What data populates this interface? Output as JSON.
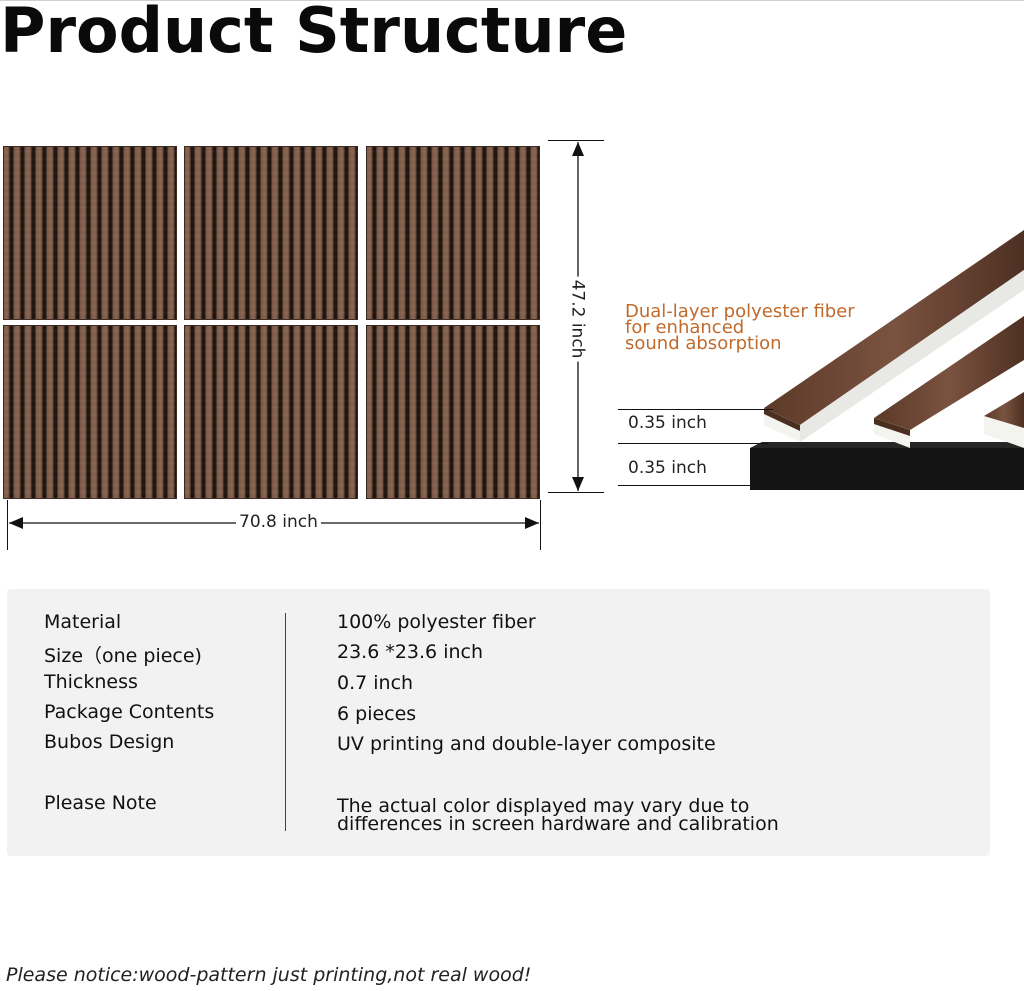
{
  "title": "Product Structure",
  "dimensions": {
    "width_label": "70.8 inch",
    "height_label": "47.2 inch"
  },
  "cross_section": {
    "annotation": "Dual-layer polyester fiber\nfor enhanced\nsound absorption",
    "top_layer_label": "0.35 inch",
    "bottom_layer_label": "0.35 inch"
  },
  "specs": [
    {
      "label": "Material",
      "value": "100% polyester fiber"
    },
    {
      "label": "Size（one piece)",
      "value": "23.6 *23.6 inch"
    },
    {
      "label": "Thickness",
      "value": "0.7 inch"
    },
    {
      "label": "Package Contents",
      "value": "6 pieces"
    },
    {
      "label": "Bubos Design",
      "value": "UV printing and double-layer composite"
    }
  ],
  "note": {
    "label": "Please Note",
    "value": "The actual color displayed may vary due to\ndifferences in screen hardware and calibration"
  },
  "footer": "Please notice:wood-pattern just printing,not real wood!",
  "colors": {
    "annotation": "#c06a2c",
    "panel_wood": "#7a5846",
    "spec_background": "#f2f2f2"
  }
}
